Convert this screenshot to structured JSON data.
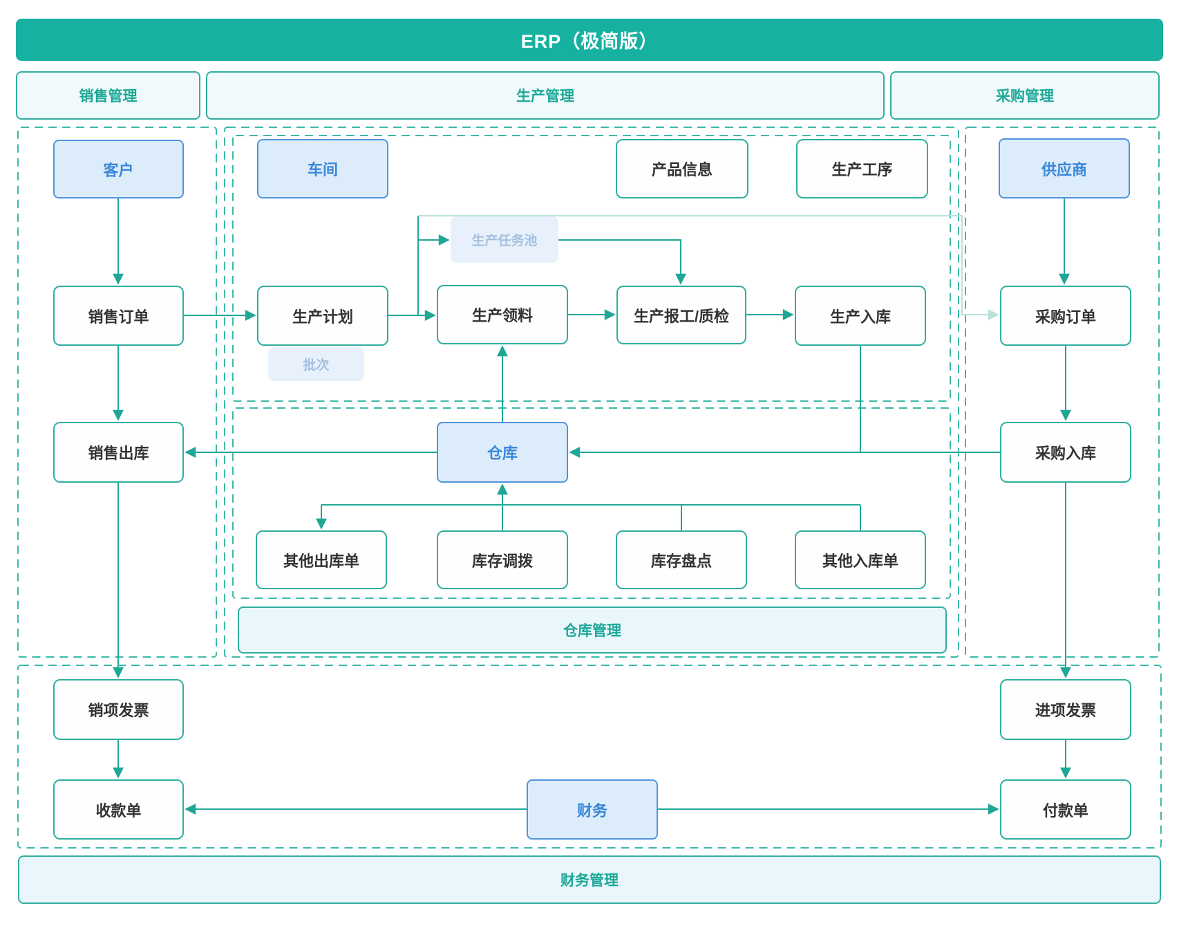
{
  "title": "ERP（极简版）",
  "sections": {
    "sales": "销售管理",
    "production": "生产管理",
    "purchase": "采购管理"
  },
  "banners": {
    "warehouse": "仓库管理",
    "finance": "财务管理"
  },
  "nodes": [
    {
      "id": "customer",
      "label": "客户",
      "type": "entity"
    },
    {
      "id": "workshop",
      "label": "车间",
      "type": "entity"
    },
    {
      "id": "product-info",
      "label": "产品信息",
      "type": "doc"
    },
    {
      "id": "production-process",
      "label": "生产工序",
      "type": "doc"
    },
    {
      "id": "supplier",
      "label": "供应商",
      "type": "entity"
    },
    {
      "id": "task-pool",
      "label": "生产任务池",
      "type": "faded"
    },
    {
      "id": "sales-order",
      "label": "销售订单",
      "type": "doc"
    },
    {
      "id": "production-plan",
      "label": "生产计划",
      "type": "doc"
    },
    {
      "id": "production-picking",
      "label": "生产领料",
      "type": "doc"
    },
    {
      "id": "production-report",
      "label": "生产报工/质检",
      "type": "doc"
    },
    {
      "id": "production-inbound",
      "label": "生产入库",
      "type": "doc"
    },
    {
      "id": "purchase-order",
      "label": "采购订单",
      "type": "doc"
    },
    {
      "id": "batch",
      "label": "批次",
      "type": "faded"
    },
    {
      "id": "sales-outbound",
      "label": "销售出库",
      "type": "doc"
    },
    {
      "id": "warehouse",
      "label": "仓库",
      "type": "entity"
    },
    {
      "id": "purchase-inbound",
      "label": "采购入库",
      "type": "doc"
    },
    {
      "id": "other-outbound",
      "label": "其他出库单",
      "type": "doc"
    },
    {
      "id": "stock-transfer",
      "label": "库存调拨",
      "type": "doc"
    },
    {
      "id": "stock-count",
      "label": "库存盘点",
      "type": "doc"
    },
    {
      "id": "other-inbound",
      "label": "其他入库单",
      "type": "doc"
    },
    {
      "id": "sales-invoice",
      "label": "销项发票",
      "type": "doc"
    },
    {
      "id": "input-invoice",
      "label": "进项发票",
      "type": "doc"
    },
    {
      "id": "receipt",
      "label": "收款单",
      "type": "doc"
    },
    {
      "id": "finance",
      "label": "财务",
      "type": "entity"
    },
    {
      "id": "payment",
      "label": "付款单",
      "type": "doc"
    }
  ],
  "edges": [
    {
      "from": "customer",
      "to": "sales-order"
    },
    {
      "from": "supplier",
      "to": "purchase-order"
    },
    {
      "from": "sales-order",
      "to": "production-plan"
    },
    {
      "from": "sales-order",
      "to": "sales-outbound"
    },
    {
      "from": "production-plan",
      "to": "production-picking"
    },
    {
      "from": "production-plan",
      "to": "task-pool"
    },
    {
      "from": "production-plan",
      "to": "purchase-order",
      "style": "faint"
    },
    {
      "from": "task-pool",
      "to": "production-report"
    },
    {
      "from": "production-picking",
      "to": "production-report"
    },
    {
      "from": "production-report",
      "to": "production-inbound"
    },
    {
      "from": "production-inbound",
      "to": "warehouse"
    },
    {
      "from": "purchase-order",
      "to": "purchase-inbound"
    },
    {
      "from": "purchase-inbound",
      "to": "warehouse"
    },
    {
      "from": "warehouse",
      "to": "sales-outbound"
    },
    {
      "from": "warehouse",
      "to": "production-picking"
    },
    {
      "from": "warehouse",
      "to": "other-outbound"
    },
    {
      "from": "stock-transfer",
      "to": "warehouse"
    },
    {
      "from": "stock-count",
      "to": "warehouse"
    },
    {
      "from": "other-inbound",
      "to": "warehouse"
    },
    {
      "from": "sales-outbound",
      "to": "sales-invoice"
    },
    {
      "from": "sales-invoice",
      "to": "receipt"
    },
    {
      "from": "purchase-inbound",
      "to": "input-invoice"
    },
    {
      "from": "input-invoice",
      "to": "payment"
    },
    {
      "from": "finance",
      "to": "receipt"
    },
    {
      "from": "finance",
      "to": "payment"
    }
  ],
  "colors": {
    "teal_header": "#17b1a1",
    "teal_border": "#2fae9f",
    "teal_text": "#1ca897",
    "line": "#1fa796",
    "line_faint": "#b9e2dc",
    "dashed": "#3cb8a8",
    "entity_fill": "#dcecfa",
    "entity_border": "#5094dd",
    "entity_text": "#3a86d8",
    "doc_fill": "#fefefe",
    "doc_text": "#333333",
    "faded_fill": "#e8f1fb",
    "faded_text": "#a4c0e0",
    "header_fill": "#f0fafc",
    "banner_fill": "#e9f6fb",
    "title_text": "#ffffff"
  }
}
